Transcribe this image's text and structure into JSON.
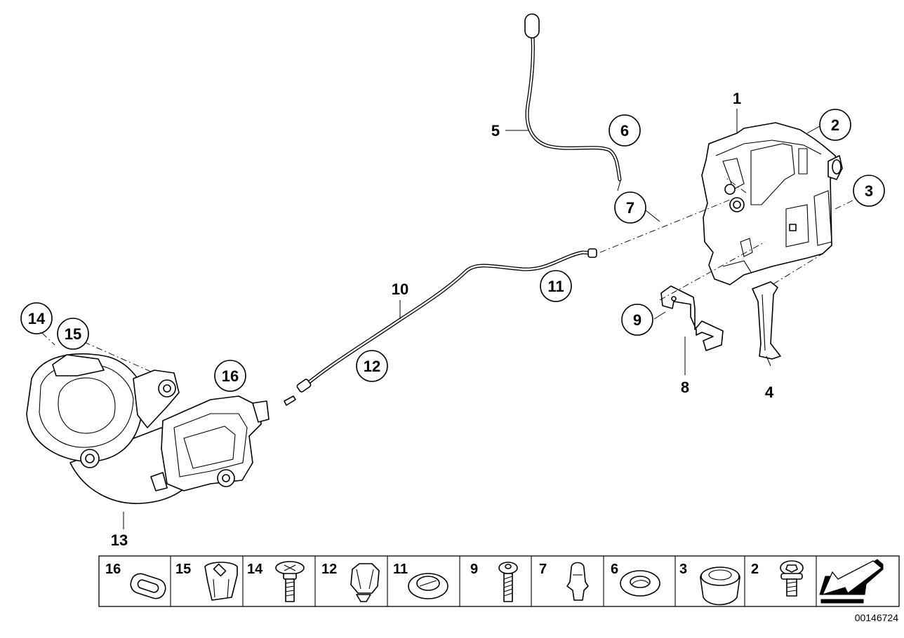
{
  "diagram": {
    "document_number": "00146724",
    "callouts": {
      "p1": "1",
      "p2": "2",
      "p3": "3",
      "p4": "4",
      "p5": "5",
      "p6": "6",
      "p7": "7",
      "p8": "8",
      "p9": "9",
      "p10": "10",
      "p11": "11",
      "p12": "12",
      "p13": "13",
      "p14": "14",
      "p15": "15",
      "p16": "16"
    },
    "legend_cells": [
      "16",
      "15",
      "14",
      "12",
      "11",
      "9",
      "7",
      "6",
      "3",
      "2"
    ],
    "icons": {
      "direction_arrow": "arrow-down-left-icon"
    }
  }
}
